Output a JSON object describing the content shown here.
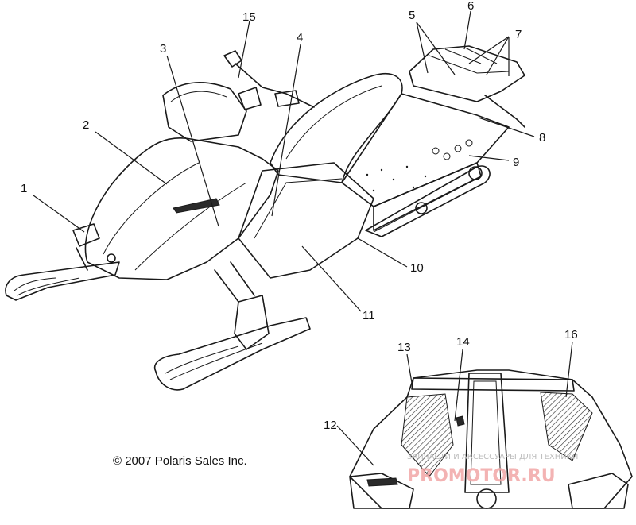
{
  "callouts": [
    "1",
    "2",
    "3",
    "4",
    "5",
    "6",
    "7",
    "8",
    "9",
    "10",
    "11",
    "12",
    "13",
    "14",
    "15",
    "16"
  ],
  "copyright": "© 2007 Polaris Sales Inc.",
  "watermark": {
    "caption": "ЗАПЧАСТИ И АКСЕССУАРЫ ДЛЯ ТЕХНИКИ",
    "logo": "PROMOTOR.RU"
  },
  "colors": {
    "line": "#1a1a1a",
    "watermark": "#f2a6a6"
  }
}
